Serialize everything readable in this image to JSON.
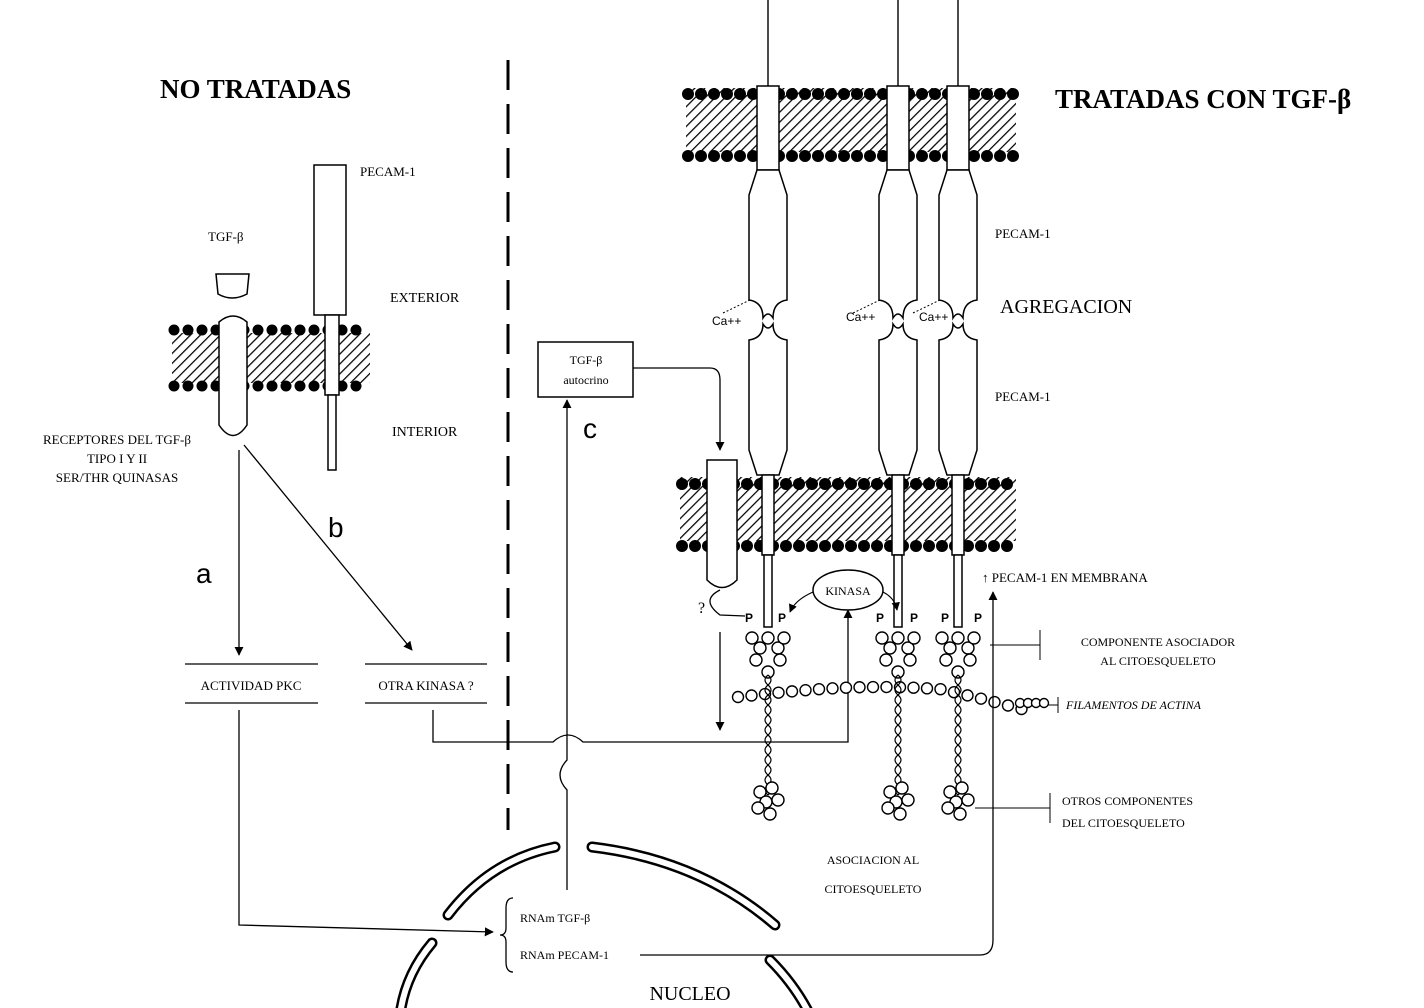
{
  "headings": {
    "untreated": "NO TRATADAS",
    "treated": "TRATADAS CON TGF-β"
  },
  "left": {
    "pecam": "PECAM-1",
    "tgfb": "TGF-β",
    "exterior": "EXTERIOR",
    "interior": "INTERIOR",
    "receptors": [
      "RECEPTORES DEL TGF-β",
      "TIPO I Y II",
      "SER/THR QUINASAS"
    ],
    "path_a": "a",
    "path_b": "b",
    "pkc": "ACTIVIDAD PKC",
    "other_kinase": "OTRA KINASA ?"
  },
  "center": {
    "autocrine": [
      "TGF-β",
      "autocrino"
    ],
    "path_c": "c"
  },
  "right": {
    "pecam_top": "PECAM-1",
    "pecam_bottom": "PECAM-1",
    "aggregation": "AGREGACION",
    "calcium": "Ca++",
    "kinase": "KINASA",
    "question": "?",
    "phospho": "P",
    "membrane_up": "↑ PECAM-1 EN MEMBRANA",
    "assoc_component": [
      "COMPONENTE ASOCIADOR",
      "AL CITOESQUELETO"
    ],
    "actin": "FILAMENTOS DE ACTINA",
    "other_components": [
      "OTROS COMPONENTES",
      "DEL CITOESQUELETO"
    ],
    "cytoskeleton_assoc": [
      "ASOCIACION AL",
      "CITOESQUELETO"
    ]
  },
  "nucleus": {
    "label": "NUCLEO",
    "mrna_tgf": "RNAm TGF-β",
    "mrna_pecam": "RNAm PECAM-1"
  }
}
